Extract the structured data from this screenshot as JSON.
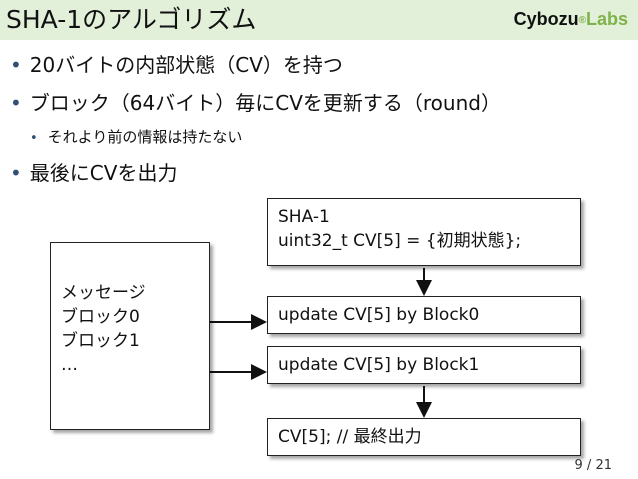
{
  "header": {
    "title": "SHA-1のアルゴリズム",
    "logo_main": "Cybozu",
    "logo_mark": "®",
    "logo_sub": "Labs"
  },
  "bullets": [
    "20バイトの内部状態（CV）を持つ",
    "ブロック（64バイト）毎にCVを更新する（round）",
    "それより前の情報は持たない",
    "最後にCVを出力"
  ],
  "diagram": {
    "init_box": [
      "SHA-1",
      "uint32_t CV[5] = {初期状態};"
    ],
    "message_box": [
      "メッセージ",
      "ブロック0",
      "ブロック1",
      "…"
    ],
    "update0": "update CV[5] by Block0",
    "update1": "update CV[5] by Block1",
    "output": "CV[5]; // 最終出力"
  },
  "footer": {
    "page": "9 / 21"
  }
}
